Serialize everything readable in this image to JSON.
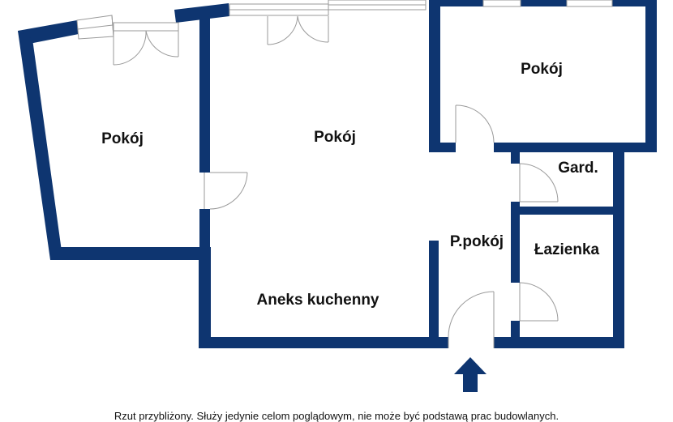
{
  "colors": {
    "wall": "#0e3570",
    "window": "#ffffff",
    "door_line": "#9a9a9a",
    "arrow": "#0e3570",
    "text": "#111111",
    "background": "#ffffff"
  },
  "rooms": {
    "room_left": "Pokój",
    "room_middle": "Pokój",
    "room_right": "Pokój",
    "wardrobe": "Gard.",
    "hallway": "P.pokój",
    "bathroom": "Łazienka",
    "kitchen": "Aneks kuchenny"
  },
  "icons": {
    "entrance": "entrance-arrow-icon"
  },
  "disclaimer": "Rzut przybliżony. Służy jedynie celom poglądowym, nie może być podstawą prac budowlanych."
}
